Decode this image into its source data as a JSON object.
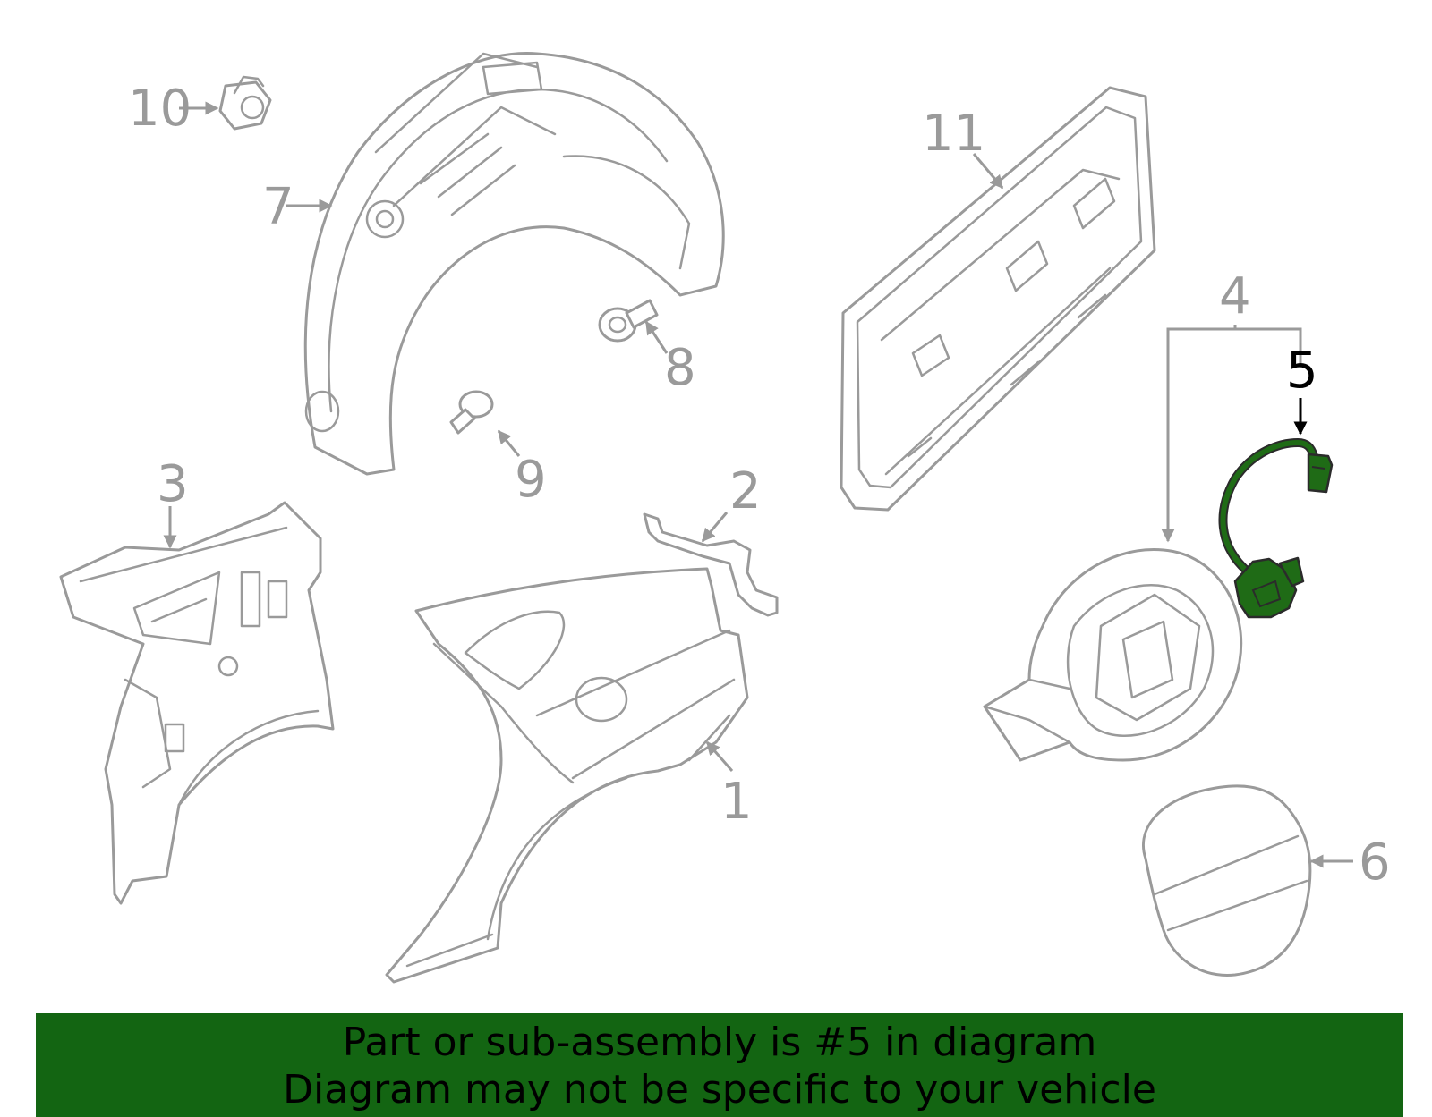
{
  "callouts": {
    "c1": "1",
    "c2": "2",
    "c3": "3",
    "c4": "4",
    "c5": "5",
    "c6": "6",
    "c7": "7",
    "c8": "8",
    "c9": "9",
    "c10": "10",
    "c11": "11"
  },
  "highlighted_part": "5",
  "colors": {
    "highlight": "#1f6b16",
    "banner": "#136512",
    "part_outline": "#9a9a9a"
  },
  "banner": {
    "line1": "Part or sub-assembly is #5 in diagram",
    "line2": "Diagram may not be specific to your vehicle"
  }
}
